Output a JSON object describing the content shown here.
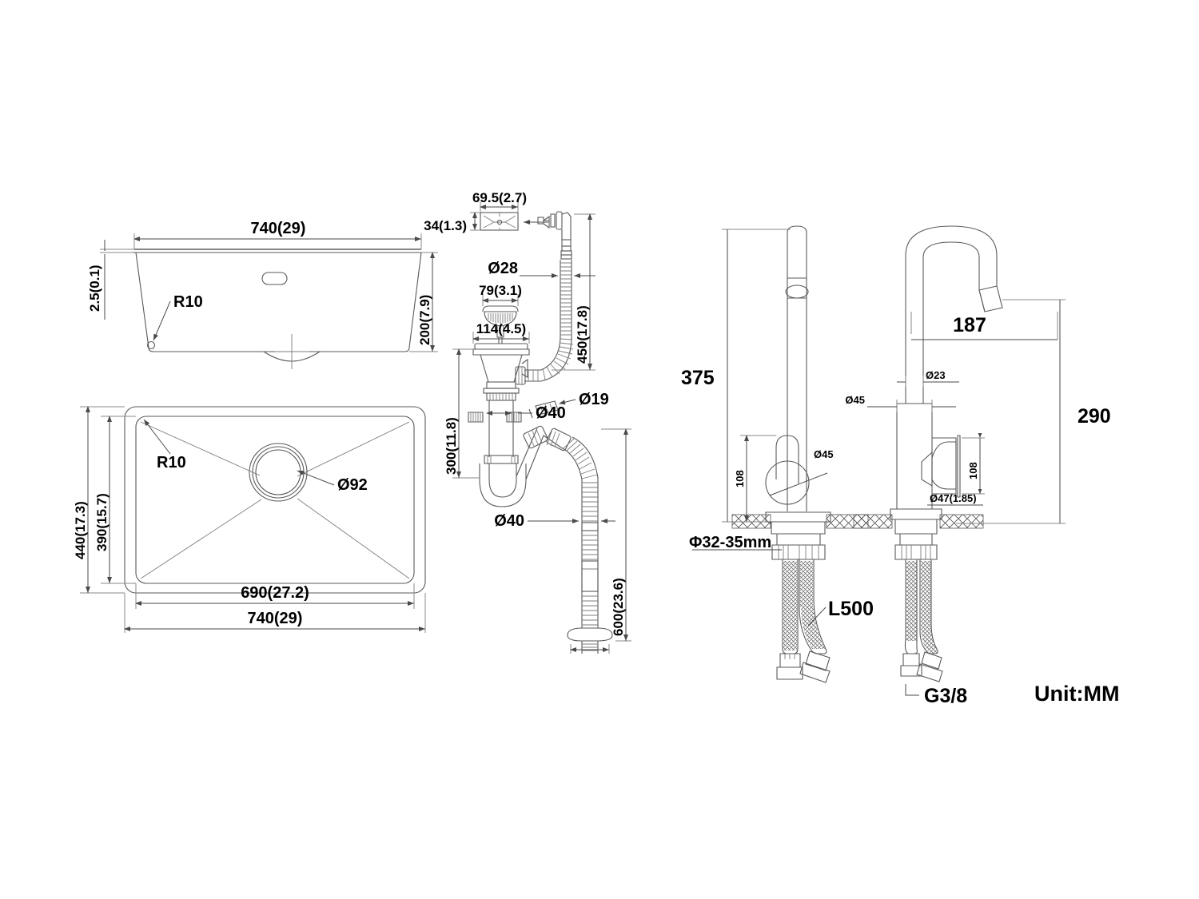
{
  "drawing": {
    "unit_note": "Unit:MM",
    "views": {
      "sink_front": {
        "name": "sink-front-elevation",
        "dims": {
          "width": "740(29)",
          "depth": "200(7.9)",
          "thickness": "2.5(0.1)",
          "radius": "R10"
        }
      },
      "sink_plan": {
        "name": "sink-top-plan",
        "dims": {
          "outer_height": "440(17.3)",
          "inner_height": "390(15.7)",
          "inner_width": "690(27.2)",
          "outer_width": "740(29)",
          "drain_hole": "Ø92",
          "radius": "R10"
        }
      },
      "drain_assembly": {
        "name": "drain-overflow-assembly",
        "dims": {
          "overflow_plate_width": "69.5(2.7)",
          "overflow_plate_height": "34(1.3)",
          "overflow_hose_dia": "Ø28",
          "overflow_hose_length": "450(17.8)",
          "strainer_basket": "79(3.1)",
          "strainer_flange": "114(4.5)",
          "trap_height": "300(11.8)",
          "branch_dia": "Ø19",
          "outlet_dia_upper": "Ø40",
          "outlet_dia_lower": "Ø40",
          "flex_hose_length": "600(23.6)"
        }
      },
      "faucet_front": {
        "name": "faucet-front-elevation",
        "dims": {
          "total_height": "375",
          "handle_height": "108",
          "body_dia": "Ø45",
          "hole_size": "Φ32-35mm",
          "hose_length": "L500"
        }
      },
      "faucet_side": {
        "name": "faucet-side-elevation",
        "dims": {
          "spout_reach": "187",
          "spout_height": "290",
          "spout_tube_dia": "Ø23",
          "body_dia": "Ø45",
          "handle_height": "108",
          "handle_dia": "Ø47(1.85)",
          "connection_thread": "G3/8"
        }
      }
    },
    "colors": {
      "line": "#5a5a5a",
      "text": "#000000",
      "background": "#ffffff"
    }
  }
}
